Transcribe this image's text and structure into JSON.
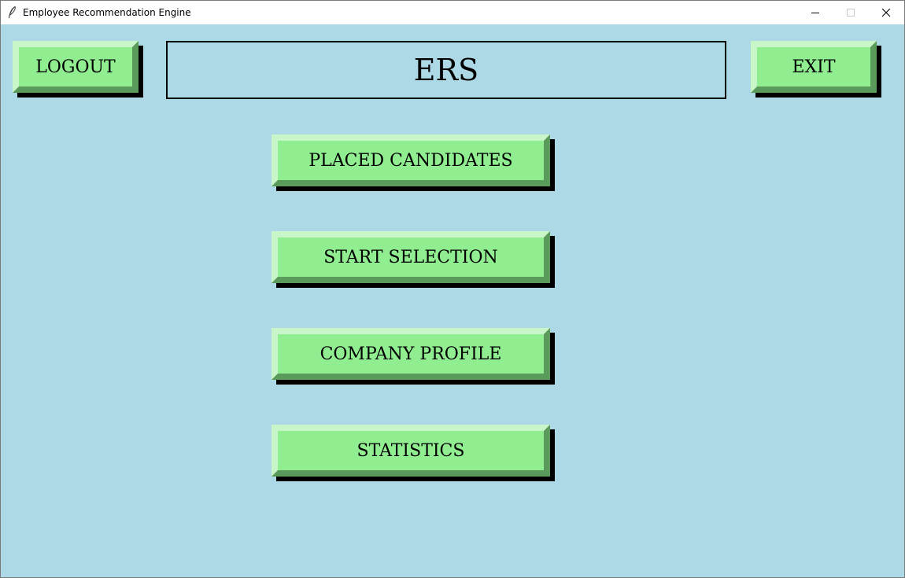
{
  "window": {
    "title": "Employee Recommendation Engine",
    "icons": {
      "app": "feather-icon",
      "minimize": "minimize-icon",
      "maximize": "maximize-icon",
      "close": "close-icon"
    }
  },
  "header": {
    "title": "ERS",
    "logout_label": "LOGOUT",
    "exit_label": "EXIT"
  },
  "menu": {
    "items": [
      {
        "label": "PLACED CANDIDATES"
      },
      {
        "label": "START SELECTION"
      },
      {
        "label": "COMPANY PROFILE"
      },
      {
        "label": "STATISTICS"
      }
    ]
  },
  "colors": {
    "background": "#add8e6",
    "button": "#90ee90",
    "button_highlight": "#c8f6c8",
    "button_shade": "#5a9a5a",
    "shadow": "#000000"
  }
}
